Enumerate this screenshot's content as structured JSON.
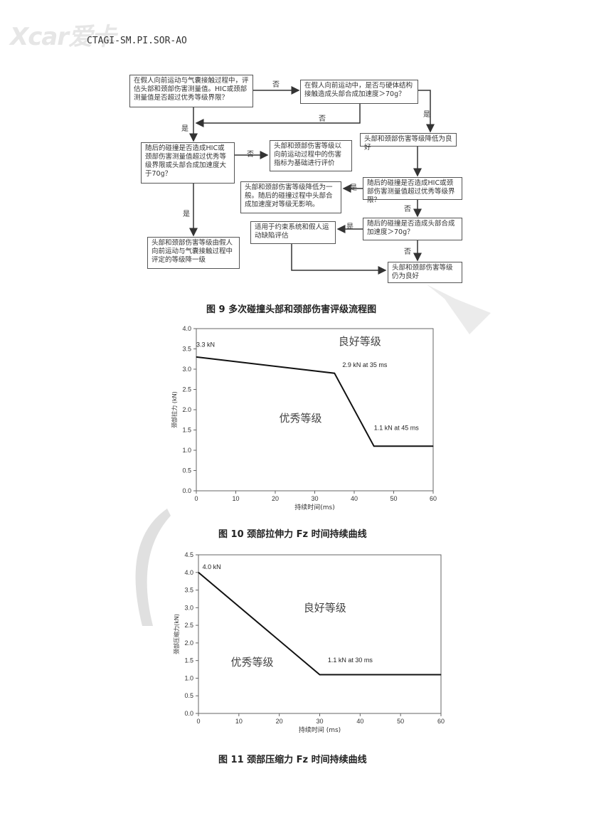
{
  "header": {
    "logo": "Xcar爱卡",
    "doc_code": "CTAGI-SM.PI.SOR-AO"
  },
  "flowchart": {
    "boxes": [
      "在假人向前运动与气囊接触过程中，评估头部和颈部伤害测量值。HIC或颈部测量值是否超过优秀等级界限？",
      "在假人向前运动中，是否与硬体结构接触造成头部合成加速度＞70g？",
      "头部和颈部伤害等级降低为良好",
      "随后的碰撞是否造成HIC或颈部伤害测量值超过优秀等级界限或头部合成加速度大于70g？",
      "头部和颈部伤害等级以向前运动过程中的伤害指标为基础进行评价",
      "随后的碰撞是否造成HIC或颈部伤害测量值超过优秀等级界限？",
      "头部和颈部伤害等级降低为一般。随后的碰撞过程中头部合成加速度对等级无影响。",
      "随后的碰撞是否造成头部合成加速度＞70g？",
      "适用于约束系统和假人运动缺陷评估",
      "头部和颈部伤害等级由假人向前运动与气囊接触过程中评定的等级降一级",
      "头部和颈部伤害等级仍为良好"
    ],
    "yes": "是",
    "no": "否",
    "caption": "图 9  多次碰撞头部和颈部伤害评级流程图"
  },
  "chart_data": [
    {
      "type": "line",
      "title": "",
      "caption": "图 10  颈部拉伸力 Fz 时间持续曲线",
      "xlabel": "持续时间(ms)",
      "ylabel": "颈部拉力 (kN)",
      "xlim": [
        0,
        60
      ],
      "ylim": [
        0,
        4.0
      ],
      "xticks": [
        "0",
        "10",
        "20",
        "30",
        "40",
        "50",
        "60"
      ],
      "yticks": [
        "0.0",
        "0.5",
        "1.0",
        "1.5",
        "2.0",
        "2.5",
        "3.0",
        "3.5",
        "4.0"
      ],
      "x": [
        0,
        35,
        45,
        60
      ],
      "y": [
        3.3,
        2.9,
        1.1,
        1.1
      ],
      "annotations": [
        "3.3 kN",
        "2.9 kN at 35 ms",
        "1.1 kN at 45 ms"
      ],
      "regions": [
        "良好等级",
        "优秀等级"
      ]
    },
    {
      "type": "line",
      "title": "",
      "caption": "图 11  颈部压缩力 Fz 时间持续曲线",
      "xlabel": "持续时间 (ms)",
      "ylabel": "颈部压缩力(kN)",
      "xlim": [
        0,
        60
      ],
      "ylim": [
        0,
        4.5
      ],
      "xticks": [
        "0",
        "10",
        "20",
        "30",
        "40",
        "50",
        "60"
      ],
      "yticks": [
        "0.0",
        "0.5",
        "1.0",
        "1.5",
        "2.0",
        "2.5",
        "3.0",
        "3.5",
        "4.0",
        "4.5"
      ],
      "x": [
        0,
        30,
        60
      ],
      "y": [
        4.0,
        1.1,
        1.1
      ],
      "annotations": [
        "4.0 kN",
        "1.1 kN at 30 ms"
      ],
      "regions": [
        "良好等级",
        "优秀等级"
      ]
    }
  ]
}
